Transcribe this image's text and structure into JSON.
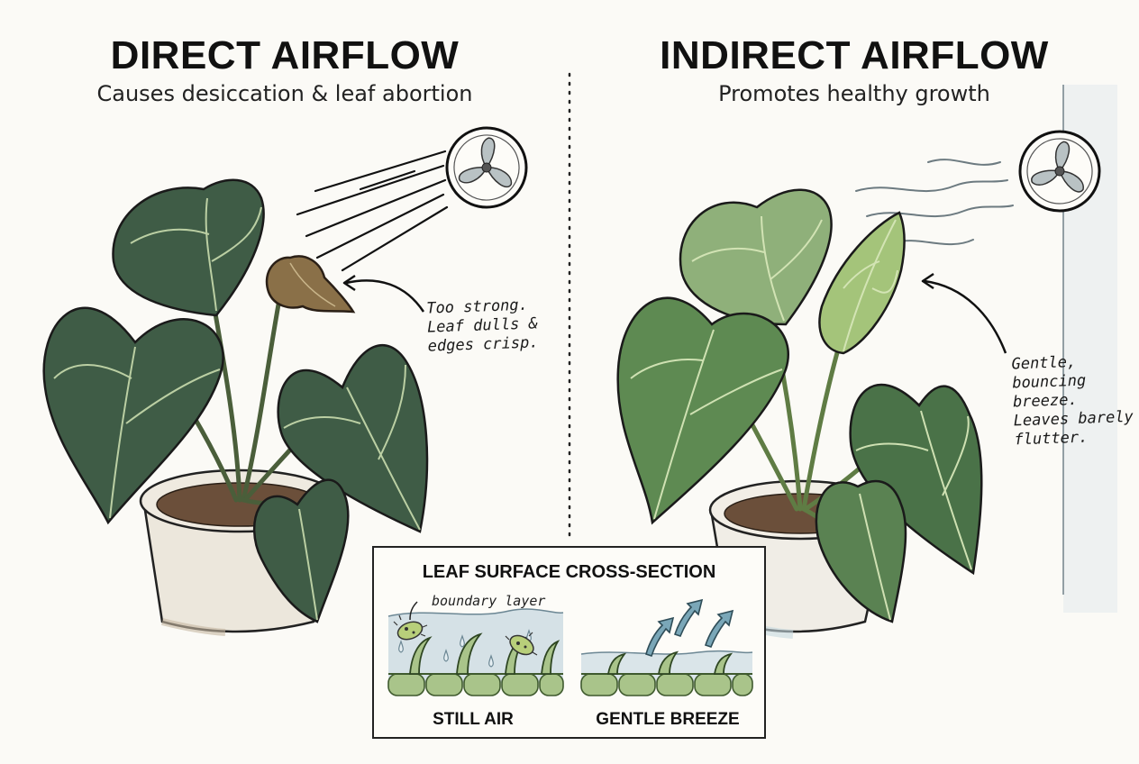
{
  "left_panel": {
    "title": "DIRECT AIRFLOW",
    "subtitle": "Causes desiccation & leaf abortion",
    "note": "Too strong. Leaf dulls & edges crisp."
  },
  "right_panel": {
    "title": "INDIRECT AIRFLOW",
    "subtitle": "Promotes healthy growth",
    "note": "Gentle, bouncing breeze. Leaves barely flutter."
  },
  "inset": {
    "title": "LEAF SURFACE CROSS-SECTION",
    "boundary_label": "boundary layer",
    "left_caption": "STILL AIR",
    "right_caption": "GENTLE BREEZE"
  },
  "colors": {
    "ink": "#111111",
    "dark_leaf": "#3f5c46",
    "light_leaf": "#6f9a5c",
    "vein": "#c9dcae",
    "pot": "#efece4",
    "soil": "#6b4f3a",
    "air": "#c7d8e0",
    "cell": "#a9c48a"
  },
  "icons": [
    "fan-icon",
    "fan-icon",
    "arrow-icon",
    "bacteria-icon",
    "droplet-icon",
    "up-arrow-icon"
  ]
}
